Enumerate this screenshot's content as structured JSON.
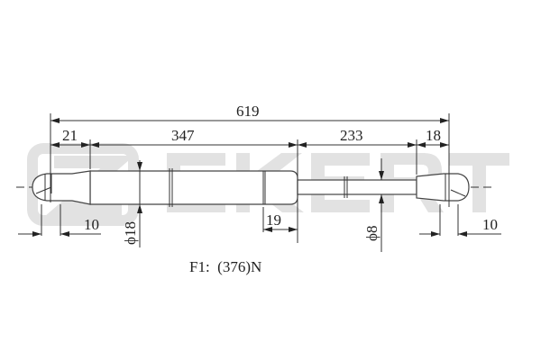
{
  "watermark": {
    "brand": "ZEKERT"
  },
  "dimensions": {
    "overall_length": "619",
    "left_eye_offset": "21",
    "body_length": "347",
    "rod_length": "233",
    "right_eye_offset": "18",
    "body_end": "19",
    "body_diameter": "ϕ18",
    "rod_diameter": "ϕ8",
    "left_fitting_width": "10",
    "right_fitting_width": "10"
  },
  "force_label": "F1:  (376)N"
}
